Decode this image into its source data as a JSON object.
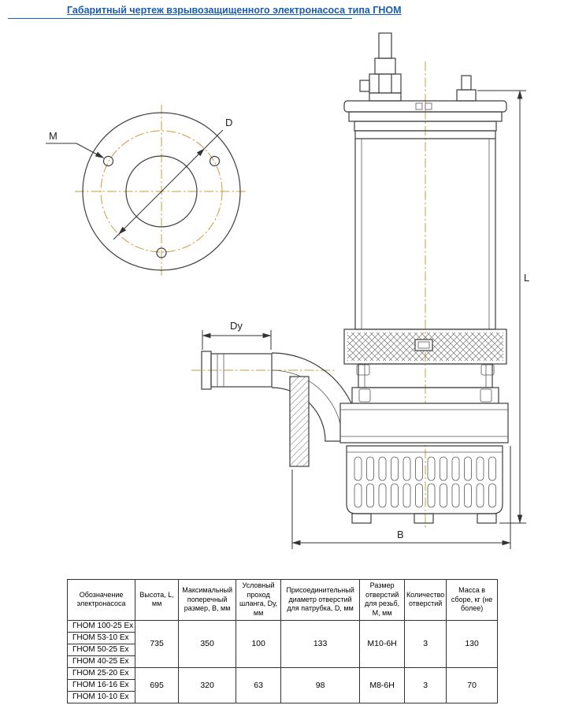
{
  "header": {
    "title": "Габаритный чертеж взрывозащищенного электронасоса типа ГНОМ"
  },
  "drawing": {
    "labels": {
      "m": "M",
      "d": "D",
      "dy": "Dy",
      "l": "L",
      "b": "B"
    },
    "colors": {
      "line": "#3d3d3d",
      "centerline": "#c89b3c",
      "dimension": "#333333",
      "title_blue": "#1a5dab"
    }
  },
  "table": {
    "headers": [
      "Обозначение электронасоса",
      "Высота, L, мм",
      "Максимальный поперечный размер, В, мм",
      "Условный проход шланга, Dу, мм",
      "Присоединительный диаметр отверстий для патрубка, D, мм",
      "Размер отверстий для резьб, М, мм",
      "Количество отверстий",
      "Масса в сборе, кг (не более)"
    ],
    "groups": [
      {
        "models": [
          "ГНОМ 100-25 Ex",
          "ГНОМ 53-10 Ex",
          "ГНОМ 50-25 Ex",
          "ГНОМ 40-25 Ex"
        ],
        "height_mm": "735",
        "max_size_mm": "350",
        "hose_bore_mm": "100",
        "conn_diameter_mm": "133",
        "thread_size": "М10-6Н",
        "holes_count": "3",
        "weight_kg": "130"
      },
      {
        "models": [
          "ГНОМ 25-20 Ex",
          "ГНОМ 16-16 Ex",
          "ГНОМ 10-10 Ex"
        ],
        "height_mm": "695",
        "max_size_mm": "320",
        "hose_bore_mm": "63",
        "conn_diameter_mm": "98",
        "thread_size": "М8-6Н",
        "holes_count": "3",
        "weight_kg": "70"
      }
    ]
  }
}
